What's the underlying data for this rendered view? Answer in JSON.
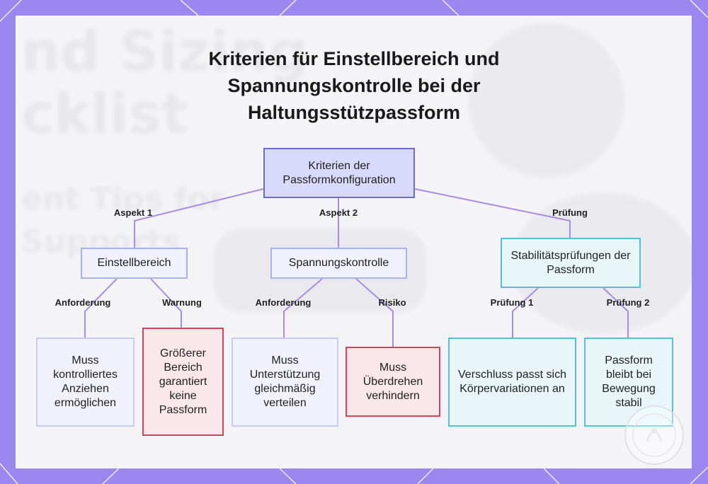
{
  "title": "Kriterien für Einstellbereich und Spannungskontrolle bei der Haltungsstützpassform",
  "background_watermark": {
    "line1": "nd Sizing",
    "line2": "cklist",
    "line3": "ent Tips for",
    "line4": "Supports"
  },
  "colors": {
    "frame": "#9b87f0",
    "root_fill": "#d9d9fb",
    "root_border": "#6c6cd0",
    "connector": "#a78be6",
    "cyan_border": "#4fc2d6",
    "red_border": "#d6405a",
    "red_fill": "#fae7ea"
  },
  "nodes": {
    "root": "Kriterien der Passformkonfiguration",
    "einstellbereich": "Einstellbereich",
    "spannungskontrolle": "Spannungskontrolle",
    "stabilitaet": "Stabilitätsprüfungen der Passform",
    "leaf_kontrolliert": "Muss kontrolliertes Anziehen ermöglichen",
    "leaf_bereich": "Größerer Bereich garantiert keine Passform",
    "leaf_verteilen": "Muss Unterstützung gleichmäßig verteilen",
    "leaf_ueberdrehen": "Muss Überdrehen verhindern",
    "leaf_verschluss": "Verschluss passt sich Körpervariationen an",
    "leaf_stabil": "Passform bleibt bei Bewegung stabil"
  },
  "edge_labels": {
    "aspekt1": "Aspekt 1",
    "aspekt2": "Aspekt 2",
    "pruefung": "Prüfung",
    "anforderung1": "Anforderung",
    "warnung": "Warnung",
    "anforderung2": "Anforderung",
    "risiko": "Risiko",
    "pruefung1": "Prüfung 1",
    "pruefung2": "Prüfung 2"
  }
}
